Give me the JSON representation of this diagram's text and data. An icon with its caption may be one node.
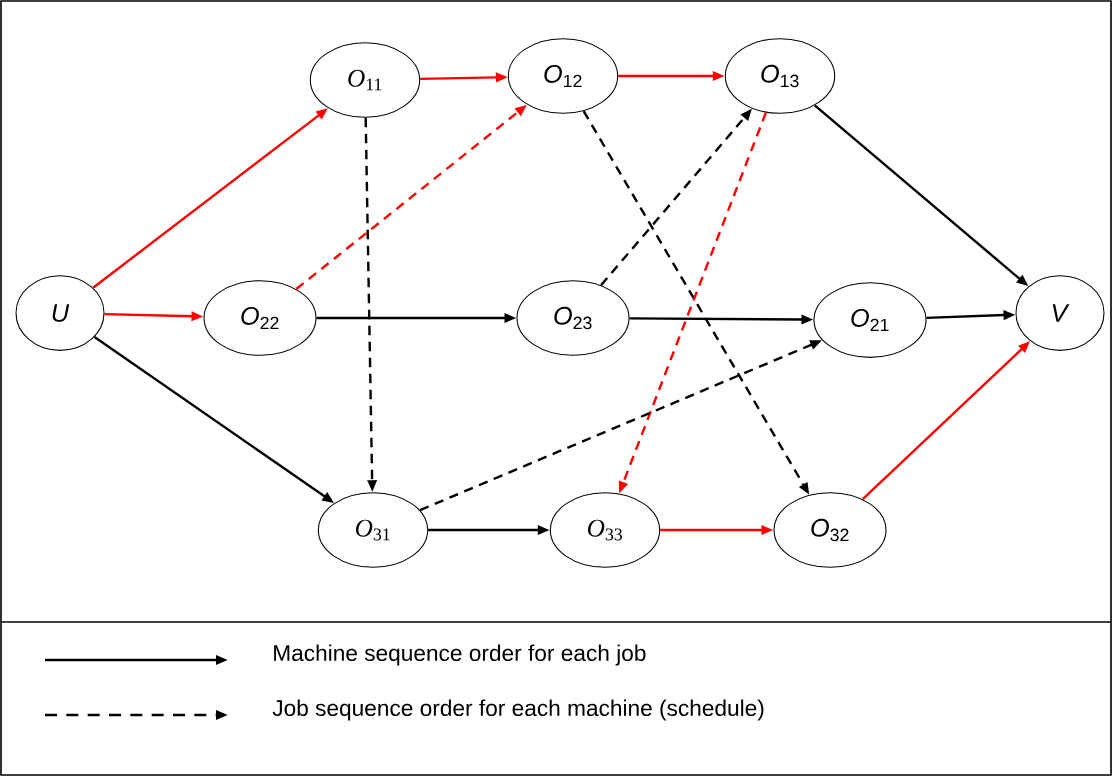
{
  "diagram": {
    "nodes": [
      {
        "text": [
          "*U*"
        ]
      },
      {
        "text": [
          "*O*$_{11}$"
        ]
      },
      {
        "text": [
          "*O*$_{12}$"
        ]
      },
      {
        "text": [
          "*O*$_{13}$"
        ]
      },
      {
        "text": [
          "*O*$_{22}$"
        ]
      },
      {
        "text": [
          "*O*$_{23}$"
        ]
      },
      {
        "text": [
          "*O*$_{21}$"
        ]
      },
      {
        "text": [
          "*V*"
        ]
      },
      {
        "text": [
          "*O*$_{31}$"
        ]
      },
      {
        "text": [
          "*O*$_{33}$"
        ]
      },
      {
        "text": [
          "*O*$_{32}$"
        ]
      }
    ],
    "edges": [
      {
        "from": 0,
        "to": 1,
        "arrow": "to",
        "color": "#ff0000"
      },
      {
        "from": 0,
        "to": 4,
        "arrow": "to",
        "color": "#ff0000"
      },
      {
        "from": 0,
        "to": 8,
        "arrow": "to"
      },
      {
        "from": 1,
        "to": 2,
        "arrow": "to",
        "color": "#ff0000"
      },
      {
        "from": 2,
        "to": 3,
        "arrow": "to",
        "color": "#ff0000"
      },
      {
        "from": 3,
        "to": 7,
        "arrow": "to"
      },
      {
        "from": 4,
        "to": 5,
        "arrow": "to"
      },
      {
        "from": 5,
        "to": 6,
        "arrow": "to"
      },
      {
        "from": 6,
        "to": 7,
        "arrow": "to"
      },
      {
        "from": 8,
        "to": 9,
        "arrow": "to"
      },
      {
        "from": 9,
        "to": 10,
        "arrow": "to",
        "color": "#ff0000"
      },
      {
        "from": 10,
        "to": 7,
        "arrow": "to",
        "color": "#ff0000"
      },
      {
        "from": 1,
        "to": 8,
        "arrow": "to",
        "style": "dashed"
      },
      {
        "from": 4,
        "to": 2,
        "arrow": "to",
        "style": "dashed",
        "color": "#ff0000"
      },
      {
        "from": 5,
        "to": 3,
        "arrow": "to",
        "style": "dashed"
      },
      {
        "from": 2,
        "to": 10,
        "arrow": "to",
        "style": "dashed"
      },
      {
        "from": 3,
        "to": 9,
        "arrow": "to",
        "style": "dashed",
        "color": "#ff0000"
      },
      {
        "from": 8,
        "to": 6,
        "arrow": "to",
        "style": "dashed"
      }
    ],
    "legend": [
      {
        "text": "Machine sequence order for each job"
      },
      {
        "text": "Job sequence order for each machine (schedule)"
      }
    ]
  }
}
